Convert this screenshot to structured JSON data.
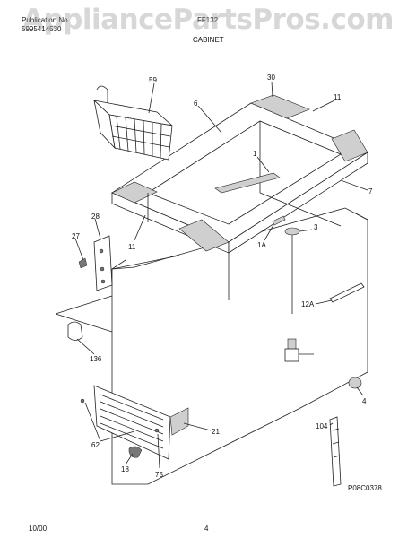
{
  "header": {
    "publication_label": "Publication No.",
    "publication_number": "5995414530",
    "model_prefix": "FF132",
    "section_title": "CABINET"
  },
  "watermark": "AppliancePartsPros.com",
  "diagram_code": "P08C0378",
  "footer": {
    "date": "10/00",
    "page": "4"
  },
  "parts": [
    {
      "id": "p59",
      "label": "59"
    },
    {
      "id": "p30",
      "label": "30"
    },
    {
      "id": "p6",
      "label": "6"
    },
    {
      "id": "p11a",
      "label": "11"
    },
    {
      "id": "p1",
      "label": "1"
    },
    {
      "id": "p7",
      "label": "7"
    },
    {
      "id": "p28",
      "label": "28"
    },
    {
      "id": "p27",
      "label": "27"
    },
    {
      "id": "p11b",
      "label": "11"
    },
    {
      "id": "p3",
      "label": "3"
    },
    {
      "id": "p1A",
      "label": "1A"
    },
    {
      "id": "p12A",
      "label": "12A"
    },
    {
      "id": "p136",
      "label": "136"
    },
    {
      "id": "p4",
      "label": "4"
    },
    {
      "id": "p21",
      "label": "21"
    },
    {
      "id": "p104",
      "label": "104"
    },
    {
      "id": "p62",
      "label": "62"
    },
    {
      "id": "p18",
      "label": "18"
    },
    {
      "id": "p75",
      "label": "75"
    }
  ]
}
